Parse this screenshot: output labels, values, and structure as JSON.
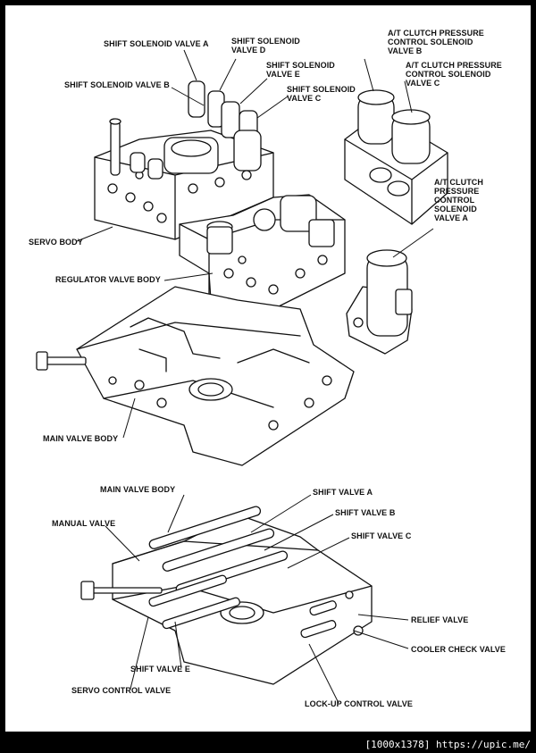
{
  "top_labels": {
    "shift_solenoid_a": "SHIFT SOLENOID VALVE A",
    "shift_solenoid_d": "SHIFT SOLENOID\nVALVE D",
    "shift_solenoid_e": "SHIFT SOLENOID\nVALVE E",
    "shift_solenoid_b": "SHIFT SOLENOID VALVE B",
    "shift_solenoid_c": "SHIFT SOLENOID\nVALVE C",
    "clutch_solenoid_b": "A/T CLUTCH PRESSURE\nCONTROL SOLENOID\nVALVE B",
    "clutch_solenoid_c": "A/T CLUTCH PRESSURE\nCONTROL SOLENOID\nVALVE C",
    "clutch_solenoid_a": "A/T CLUTCH\nPRESSURE\nCONTROL\nSOLENOID\nVALVE A",
    "servo_body": "SERVO BODY",
    "regulator_valve_body": "REGULATOR VALVE BODY",
    "main_valve_body": "MAIN VALVE BODY"
  },
  "bottom_labels": {
    "main_valve_body": "MAIN VALVE BODY",
    "manual_valve": "MANUAL VALVE",
    "shift_valve_a": "SHIFT VALVE A",
    "shift_valve_b": "SHIFT VALVE B",
    "shift_valve_c": "SHIFT VALVE C",
    "relief_valve": "RELIEF VALVE",
    "cooler_check_valve": "COOLER CHECK VALVE",
    "shift_valve_e": "SHIFT VALVE E",
    "servo_control_valve": "SERVO CONTROL VALVE",
    "lockup_control_valve": "LOCK-UP CONTROL VALVE"
  },
  "footer": {
    "watermark": "[1000x1378] https://upic.me/"
  }
}
